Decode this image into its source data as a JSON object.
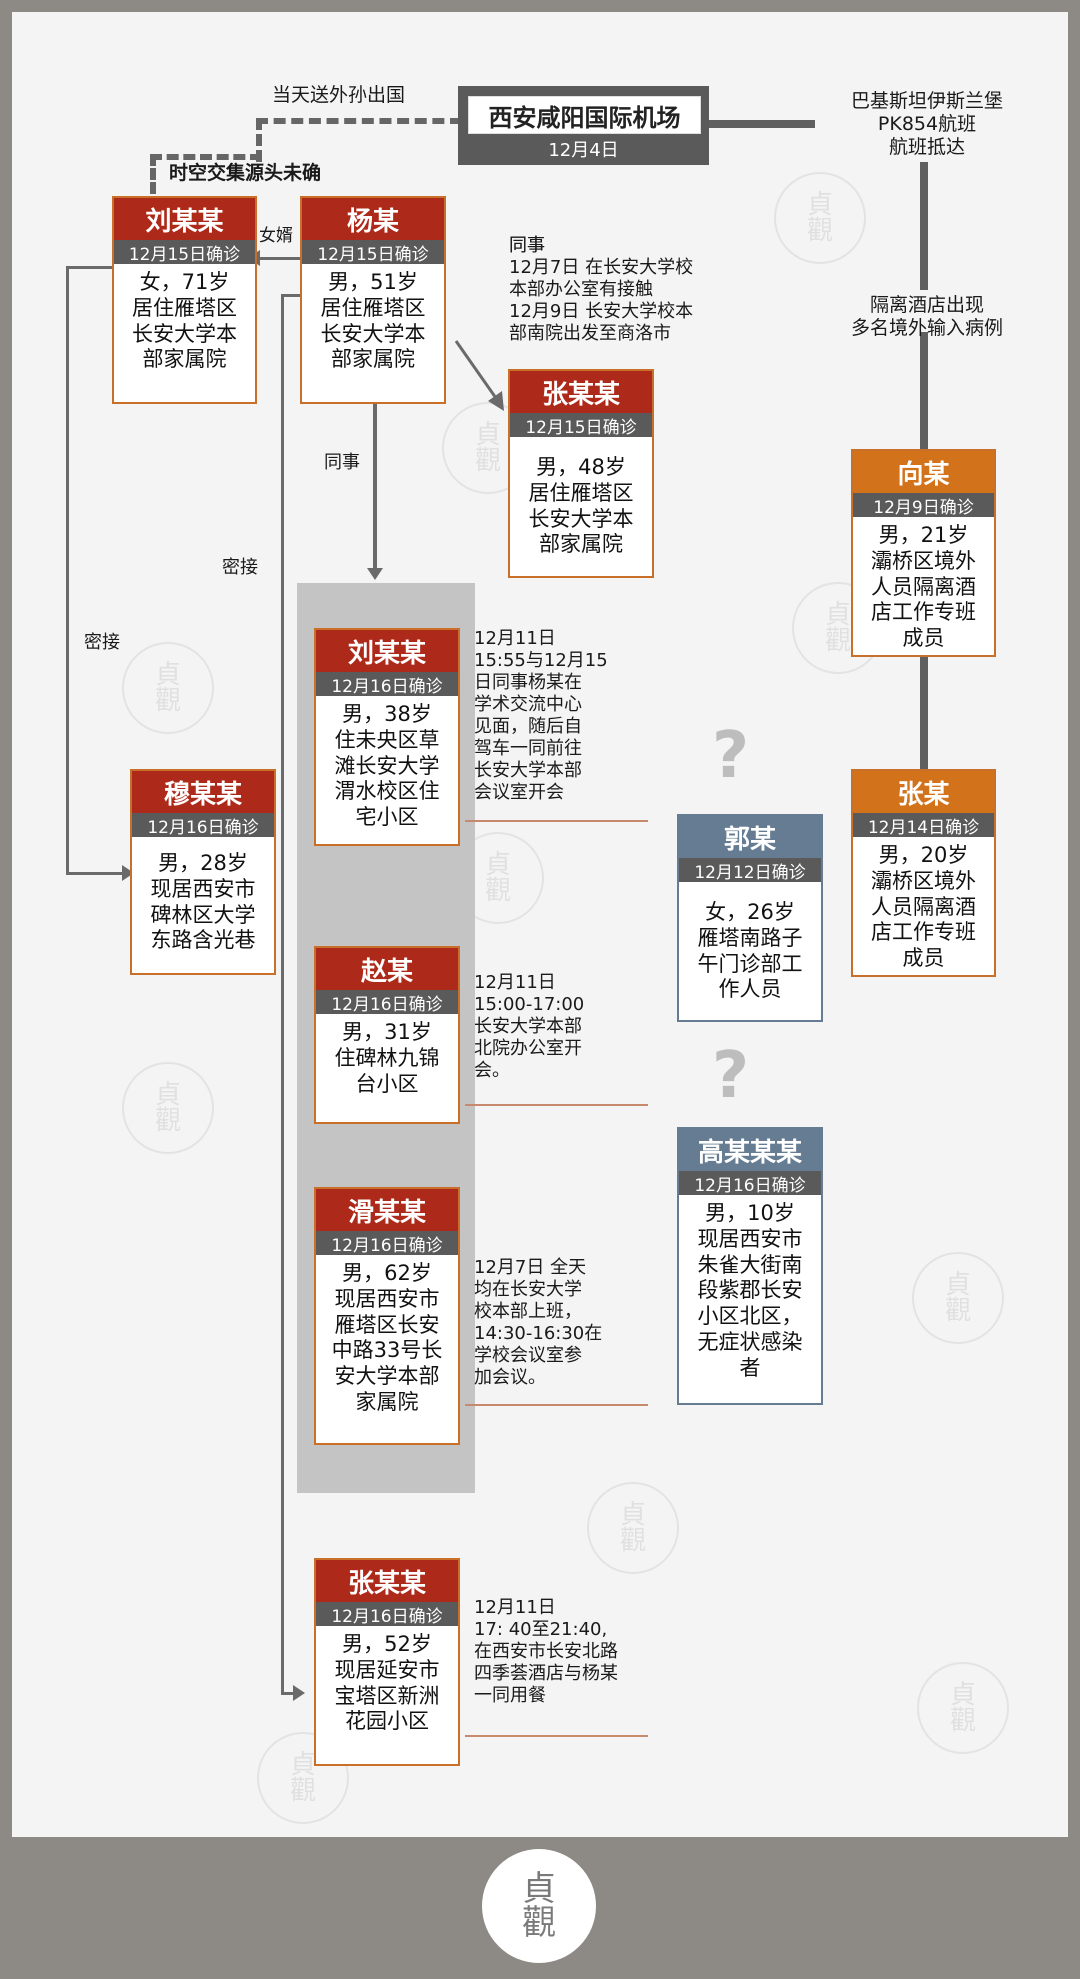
{
  "airport": {
    "name": "西安咸阳国际机场",
    "date": "12月4日"
  },
  "flight": [
    "巴基斯坦伊斯兰堡",
    "PK854航班",
    "航班抵达"
  ],
  "labels": {
    "send_grandchild": "当天送外孙出国",
    "source_unknown": "时空交集源头未确",
    "son_in_law": "女婿",
    "colleague_top": "同事",
    "colleague_down": "同事",
    "close_contact_left": "密接",
    "close_contact_mid": "密接",
    "hotel_note": [
      "隔离酒店出现",
      "多名境外输入病例"
    ],
    "zhang_note": [
      "同事",
      "12月7日 在长安大学校",
      "本部办公室有接触",
      "12月9日 长安大学校本",
      "部南院出发至商洛市"
    ]
  },
  "cards": {
    "liu1": {
      "name": "刘某某",
      "date": "12月15日确诊",
      "body": [
        "女，71岁",
        "居住雁塔区",
        "长安大学本",
        "部家属院"
      ]
    },
    "yang": {
      "name": "杨某",
      "date": "12月15日确诊",
      "body": [
        "男，51岁",
        "居住雁塔区",
        "长安大学本",
        "部家属院"
      ]
    },
    "zhang1": {
      "name": "张某某",
      "date": "12月15日确诊",
      "body": [
        "男，48岁",
        "居住雁塔区",
        "长安大学本",
        "部家属院"
      ]
    },
    "xiang": {
      "name": "向某",
      "date": "12月9日确诊",
      "body": [
        "男，21岁",
        "灞桥区境外",
        "人员隔离酒",
        "店工作专班",
        "成员"
      ]
    },
    "zhang2": {
      "name": "张某",
      "date": "12月14日确诊",
      "body": [
        "男，20岁",
        "灞桥区境外",
        "人员隔离酒",
        "店工作专班",
        "成员"
      ]
    },
    "liu2": {
      "name": "刘某某",
      "date": "12月16日确诊",
      "body": [
        "男，38岁",
        "住未央区草",
        "滩长安大学",
        "渭水校区住",
        "宅小区"
      ]
    },
    "mu": {
      "name": "穆某某",
      "date": "12月16日确诊",
      "body": [
        "男，28岁",
        "现居西安市",
        "碑林区大学",
        "东路含光巷"
      ]
    },
    "guo": {
      "name": "郭某",
      "date": "12月12日确诊",
      "body": [
        "女，26岁",
        "雁塔南路子",
        "午门诊部工",
        "作人员"
      ]
    },
    "zhao": {
      "name": "赵某",
      "date": "12月16日确诊",
      "body": [
        "男，31岁",
        "住碑林九锦",
        "台小区"
      ]
    },
    "gao": {
      "name": "高某某某",
      "date": "12月16日确诊",
      "body": [
        "男，10岁",
        "现居西安市",
        "朱雀大街南",
        "段紫郡长安",
        "小区北区，",
        "无症状感染",
        "者"
      ]
    },
    "hua": {
      "name": "滑某某",
      "date": "12月16日确诊",
      "body": [
        "男，62岁",
        "现居西安市",
        "雁塔区长安",
        "中路33号长",
        "安大学本部",
        "家属院"
      ]
    },
    "zhang3": {
      "name": "张某某",
      "date": "12月16日确诊",
      "body": [
        "男，52岁",
        "现居延安市",
        "宝塔区新洲",
        "花园小区"
      ]
    }
  },
  "notes": {
    "liu2": [
      "12月11日",
      "15:55与12月15",
      "日同事杨某在",
      "学术交流中心",
      "见面，随后自",
      "驾车一同前往",
      "长安大学本部",
      "会议室开会"
    ],
    "zhao": [
      "12月11日",
      "15:00-17:00",
      "长安大学本部",
      "北院办公室开",
      "会。"
    ],
    "hua": [
      "12月7日  全天",
      "均在长安大学",
      "校本部上班，",
      "14:30-16:30在",
      "学校会议室参",
      "加会议。"
    ],
    "zhang3": [
      "12月11日",
      "17: 40至21:40,",
      "在西安市长安北路",
      "四季荟酒店与杨某",
      "一同用餐"
    ]
  },
  "question_mark": "?",
  "watermark": [
    "貞",
    "觀"
  ],
  "colors": {
    "red_header": "#ad2a1a",
    "orange_header": "#d2731c",
    "blue_header": "#657c92",
    "date_bar": "#5a5a5a"
  }
}
